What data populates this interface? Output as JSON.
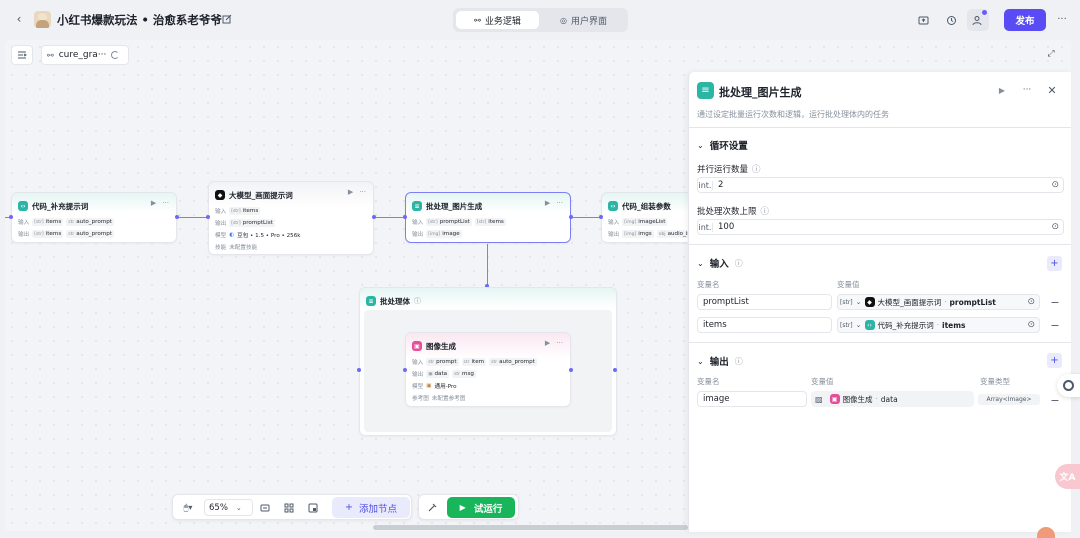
{
  "header": {
    "back_icon": "chevron-left-icon",
    "title": "小红书爆款玩法 • 治愈系老爷爷",
    "edit_icon": "edit-icon",
    "tabs": [
      {
        "label": "业务逻辑",
        "active": true
      },
      {
        "label": "用户界面",
        "active": false
      }
    ],
    "publish_label": "发布",
    "more_icon": "more-horizontal-icon"
  },
  "canvas_toolbar": {
    "var_name": "cure_gra···"
  },
  "nodes": {
    "code_supplement": {
      "title": "代码_补充提示词",
      "in_label": "输入",
      "in_var": "items",
      "in_var2": "auto_prompt",
      "out_label": "输出",
      "out_var": "items",
      "out_var2": "auto_prompt"
    },
    "llm": {
      "title": "大模型_画面提示词",
      "in_label": "输入",
      "in_var": "items",
      "out_label": "输出",
      "out_var": "promptList",
      "model_label": "模型",
      "model_value": "豆包 • 1.5 • Pro • 256k",
      "skill_label": "技能",
      "skill_value": "未配置技能"
    },
    "batch": {
      "title": "批处理_图片生成",
      "in_label": "输入",
      "in_var": "promptList",
      "in_var2": "items",
      "out_label": "输出",
      "out_var": "image"
    },
    "code_assemble": {
      "title": "代码_组装参数",
      "in_label": "输入",
      "in_var": "imageList",
      "out_label": "输出",
      "out_var": "imgs",
      "out_var2": "audio_info"
    },
    "batch_body": {
      "title": "批处理体"
    },
    "image_gen": {
      "title": "图像生成",
      "in_label": "输入",
      "in_var": "prompt",
      "in_var2": "item",
      "in_var3": "auto_prompt",
      "out_label": "输出",
      "out_var": "data",
      "out_var2": "msg",
      "model_label": "模型",
      "model_value": "通用-Pro",
      "ref_label": "参考图",
      "ref_value": "未配置参考图"
    }
  },
  "bottom_toolbar": {
    "zoom": "65%",
    "add_node_label": "添加节点",
    "run_label": "试运行"
  },
  "panel": {
    "title": "批处理_图片生成",
    "description": "通过设定批量运行次数和逻辑，运行批处理体内的任务",
    "loop_section": "循环设置",
    "parallel_label": "并行运行数量",
    "parallel_type": "int.",
    "parallel_value": "2",
    "max_label": "批处理次数上限",
    "max_type": "int.",
    "max_value": "100",
    "input_section": "输入",
    "var_name_header": "变量名",
    "var_value_header": "变量值",
    "inputs": [
      {
        "name": "promptList",
        "source_node": "大模型_画面提示词",
        "source_var": "promptList"
      },
      {
        "name": "items",
        "source_node": "代码_补充提示词",
        "source_var": "items"
      }
    ],
    "output_section": "输出",
    "var_type_header": "变量类型",
    "outputs": [
      {
        "name": "image",
        "source_node": "图像生成",
        "source_var": "data",
        "type": "Array<Image>"
      }
    ]
  }
}
